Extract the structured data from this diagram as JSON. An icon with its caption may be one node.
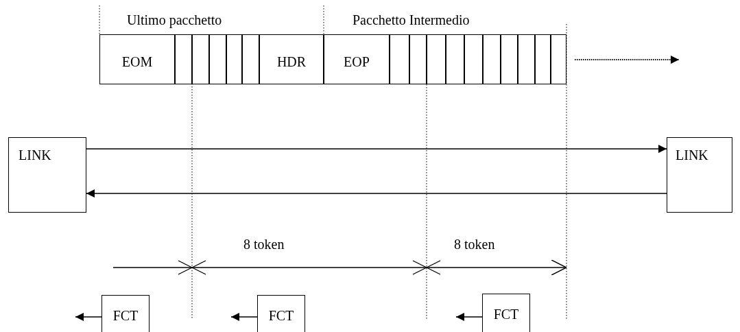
{
  "diagram": {
    "nodes": [
      {
        "text": [
          "EOM"
        ]
      },
      {
        "text": [],
        "shape": "box"
      },
      {
        "text": [],
        "shape": "box"
      },
      {
        "text": [],
        "shape": "box"
      },
      {
        "text": [],
        "shape": "box"
      },
      {
        "text": [],
        "shape": "box"
      },
      {
        "text": [
          "HDR"
        ]
      },
      {
        "text": [
          "EOP"
        ]
      },
      {
        "text": [],
        "shape": "box"
      },
      {
        "text": [],
        "shape": "box"
      },
      {
        "text": [],
        "shape": "box"
      },
      {
        "text": [],
        "shape": "box"
      },
      {
        "text": [],
        "shape": "box"
      },
      {
        "text": [],
        "shape": "box"
      },
      {
        "text": [],
        "shape": "box"
      },
      {
        "text": [],
        "shape": "box"
      },
      {
        "text": [],
        "shape": "box"
      },
      {
        "text": [],
        "shape": "box"
      },
      {
        "text": [
          "LINK"
        ]
      },
      {
        "text": [
          "LINK"
        ]
      },
      {
        "text": [
          "FCT"
        ]
      },
      {
        "text": [
          "FCT"
        ]
      },
      {
        "text": [
          "FCT"
        ]
      }
    ],
    "edges": [
      {
        "from": 18,
        "to": 19,
        "arrow": "to"
      },
      {
        "from": 19,
        "to": 18,
        "arrow": "to"
      },
      {
        "from": 20,
        "to": null,
        "arrow": "to"
      },
      {
        "from": 21,
        "to": null,
        "arrow": "to"
      },
      {
        "from": 22,
        "to": null,
        "arrow": "to"
      }
    ],
    "labels": [
      "Ultimo pacchetto",
      "Pacchetto Intermedio",
      "8 token",
      "8 token"
    ]
  }
}
